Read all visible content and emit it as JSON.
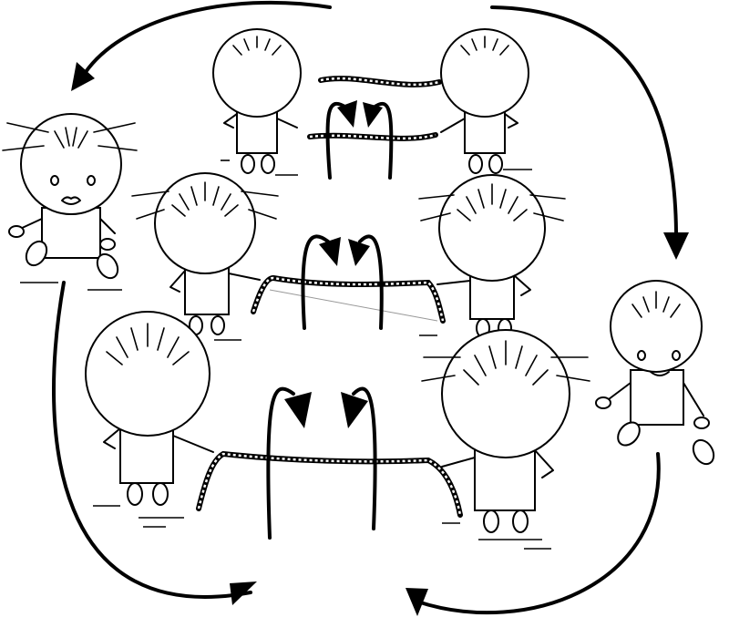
{
  "colors": {
    "background": "#ffffff",
    "ink": "#000000"
  },
  "icons": {
    "children": [
      "rope-turner-child",
      "rope-turner-child",
      "rope-turner-child",
      "rope-turner-child",
      "rope-turner-child",
      "rope-turner-child",
      "jumping-child",
      "jumping-child"
    ],
    "ropes": [
      "jump-rope",
      "jump-rope",
      "jump-rope"
    ],
    "movement": [
      "circulation-arrow",
      "circulation-arrow",
      "circulation-arrow",
      "circulation-arrow",
      "jump-over-arrow",
      "jump-over-arrow",
      "jump-over-arrow",
      "jump-over-arrow",
      "jump-over-arrow",
      "jump-over-arrow"
    ]
  }
}
